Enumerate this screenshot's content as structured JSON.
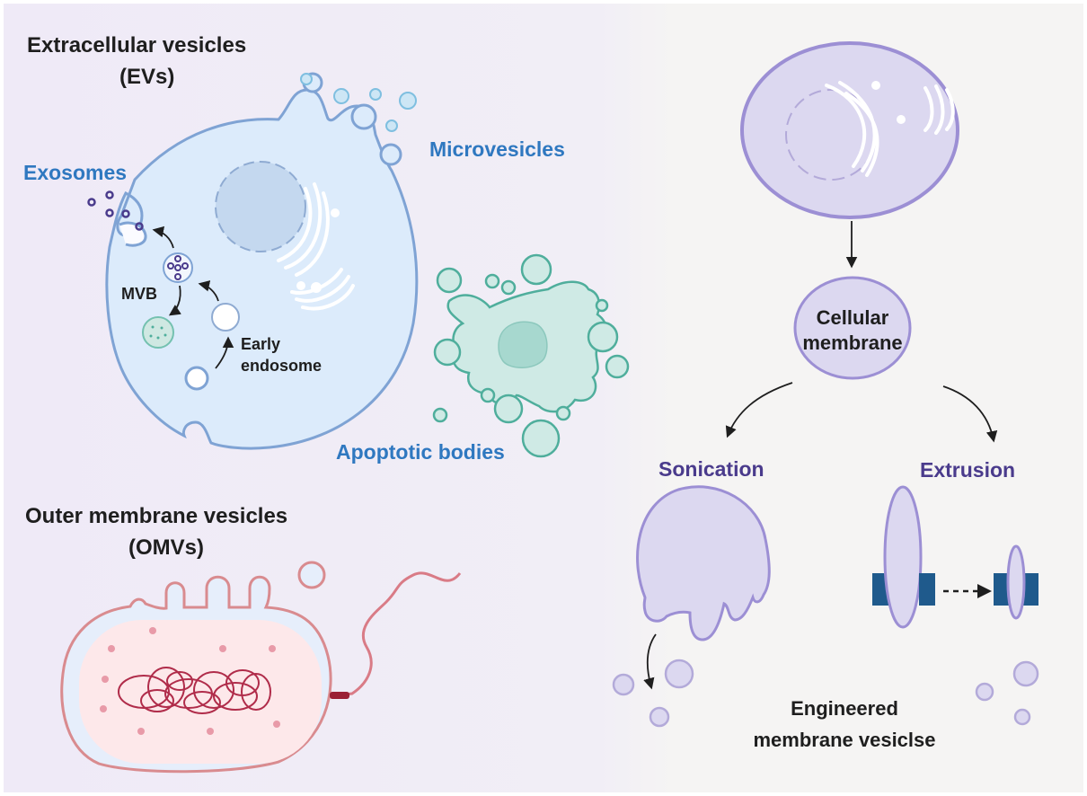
{
  "panels": {
    "ev": {
      "title_line1": "Extracellular vesicles",
      "title_line2": "(EVs)",
      "labels": {
        "exosomes": "Exosomes",
        "microvesicles": "Microvesicles",
        "apoptotic_bodies": "Apoptotic bodies",
        "mvb": "MVB",
        "early_endosome_line1": "Early",
        "early_endosome_line2": "endosome"
      }
    },
    "omv": {
      "title_line1": "Outer membrane vesicles",
      "title_line2": "(OMVs)"
    },
    "engineered": {
      "cellular_membrane_line1": "Cellular",
      "cellular_membrane_line2": "membrane",
      "sonication": "Sonication",
      "extrusion": "Extrusion",
      "result_line1": "Engineered",
      "result_line2": "membrane vesiclse"
    }
  },
  "colors": {
    "left_bg": "#efeaf7",
    "right_bg": "#f5f4f3",
    "ev_cell_fill": "#dcebfb",
    "ev_cell_stroke": "#7fa3d4",
    "apoptotic_fill": "#cfeae5",
    "apoptotic_stroke": "#4fae9c",
    "omv_stroke": "#d98b8f",
    "omv_inner": "#fde8ea",
    "dna": "#b02c4a",
    "engineered_fill": "#dcd8f0",
    "engineered_stroke": "#9c8fd4",
    "extruder": "#1f5a8c",
    "label_blue": "#2f78c0",
    "label_purple": "#4a3b8c"
  }
}
